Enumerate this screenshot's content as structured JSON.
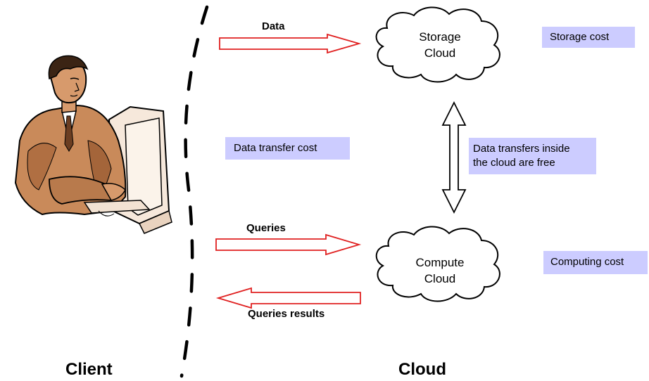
{
  "arrows": {
    "data_label": "Data",
    "queries_label": "Queries",
    "results_label": "Queries results"
  },
  "clouds": {
    "storage": {
      "line1": "Storage",
      "line2": "Cloud"
    },
    "compute": {
      "line1": "Compute",
      "line2": "Cloud"
    }
  },
  "costs": {
    "storage": "Storage cost",
    "transfer": "Data transfer cost",
    "internal_line1": "Data transfers inside",
    "internal_line2": "the cloud are free",
    "computing": "Computing cost"
  },
  "sides": {
    "client": "Client",
    "cloud": "Cloud"
  },
  "colors": {
    "arrow_stroke": "#e02020",
    "cost_box_fill": "#ccccff",
    "figure_skin": "#c98a5a"
  }
}
